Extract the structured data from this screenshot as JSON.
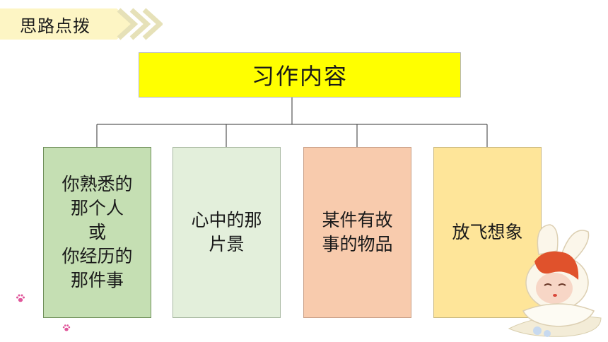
{
  "header": {
    "label": "思路点拨",
    "icon": "triple-chevron-right-icon"
  },
  "diagram": {
    "root": "习作内容",
    "children": [
      {
        "lines": [
          "你熟悉的",
          "那个人",
          "或",
          "你经历的",
          "那件事"
        ],
        "color": "#c5dfb3"
      },
      {
        "lines": [
          "心中的那",
          "片景"
        ],
        "color": "#e3efdb"
      },
      {
        "lines": [
          "某件有故",
          "事的物品"
        ],
        "color": "#f8cbad"
      },
      {
        "lines": [
          "放飞想象"
        ],
        "color": "#fee599"
      }
    ]
  },
  "decorations": {
    "paw_icon": "paw-print-icon",
    "corner_illustration": "cartoon-character-illustration",
    "accent_color": "#ffff00"
  }
}
